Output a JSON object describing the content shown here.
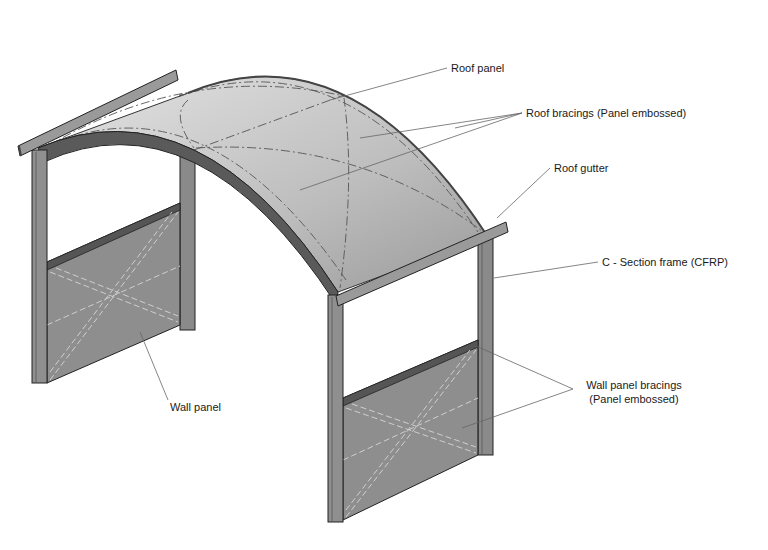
{
  "diagram": {
    "labels": [
      "Roof panel",
      "Roof bracings (Panel embossed)",
      "Roof gutter",
      "C - Section frame (CFRP)",
      "Wall panel",
      "Wall panel bracings (Panel embossed)"
    ]
  }
}
